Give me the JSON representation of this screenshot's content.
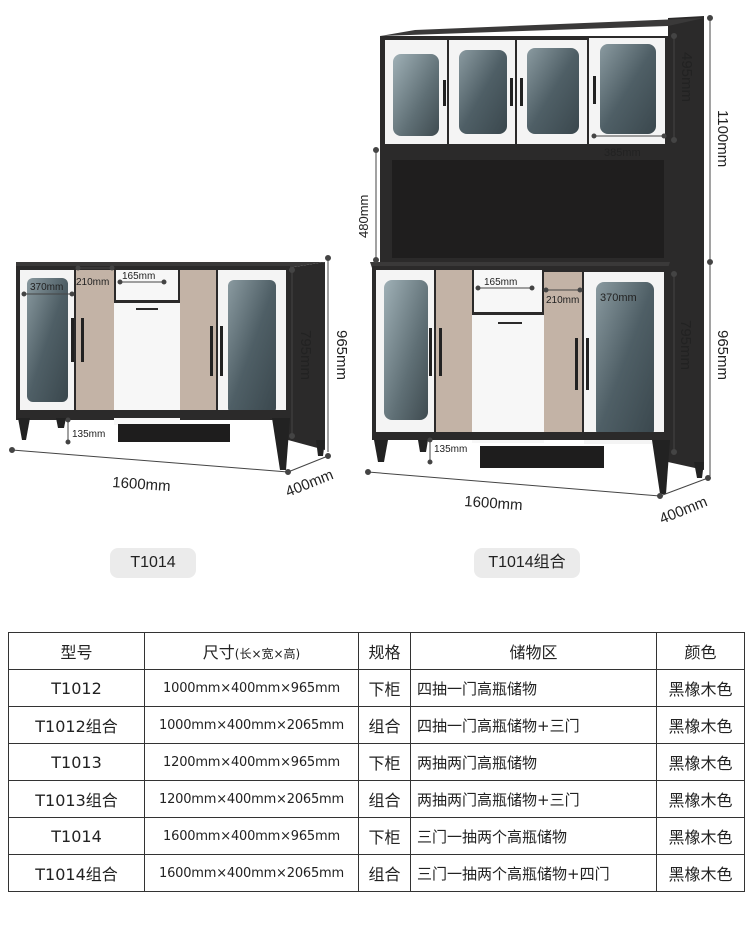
{
  "left_cabinet": {
    "model_label": "T1014",
    "dims": {
      "width": "1600mm",
      "depth": "400mm",
      "height": "965mm",
      "cabinet_height": "795mm",
      "glass_width": "370mm",
      "panel_width": "210mm",
      "drawer_width": "165mm",
      "leg_height": "135mm"
    }
  },
  "right_cabinet": {
    "model_label": "T1014组合",
    "dims": {
      "width": "1600mm",
      "depth": "400mm",
      "total_height": "1100mm",
      "lower_height": "965mm",
      "cabinet_height": "795mm",
      "upper_height": "495mm",
      "upper_depth": "385mm",
      "gap_height": "480mm",
      "glass_width": "370mm",
      "panel_width": "210mm",
      "drawer_width": "165mm",
      "leg_height": "135mm"
    }
  },
  "colors": {
    "cabinet_dark": "#2b2a2a",
    "panel_beige": "#c3b3a6",
    "door_white": "#f7f7f7",
    "glass": "#5a6a70",
    "pill_bg": "#ebebeb"
  },
  "table": {
    "headers": {
      "model": "型号",
      "size": "尺寸",
      "size_sub": "(长×宽×高)",
      "spec": "规格",
      "storage": "储物区",
      "color": "颜色"
    },
    "rows": [
      {
        "model": "T1012",
        "size": "1000mm×400mm×965mm",
        "spec": "下柜",
        "storage": "四抽一门高瓶储物",
        "color": "黑橡木色"
      },
      {
        "model": "T1012组合",
        "size": "1000mm×400mm×2065mm",
        "spec": "组合",
        "storage": "四抽一门高瓶储物+三门",
        "color": "黑橡木色"
      },
      {
        "model": "T1013",
        "size": "1200mm×400mm×965mm",
        "spec": "下柜",
        "storage": "两抽两门高瓶储物",
        "color": "黑橡木色"
      },
      {
        "model": "T1013组合",
        "size": "1200mm×400mm×2065mm",
        "spec": "组合",
        "storage": "两抽两门高瓶储物+三门",
        "color": "黑橡木色"
      },
      {
        "model": "T1014",
        "size": "1600mm×400mm×965mm",
        "spec": "下柜",
        "storage": "三门一抽两个高瓶储物",
        "color": "黑橡木色"
      },
      {
        "model": "T1014组合",
        "size": "1600mm×400mm×2065mm",
        "spec": "组合",
        "storage": "三门一抽两个高瓶储物+四门",
        "color": "黑橡木色"
      }
    ]
  }
}
